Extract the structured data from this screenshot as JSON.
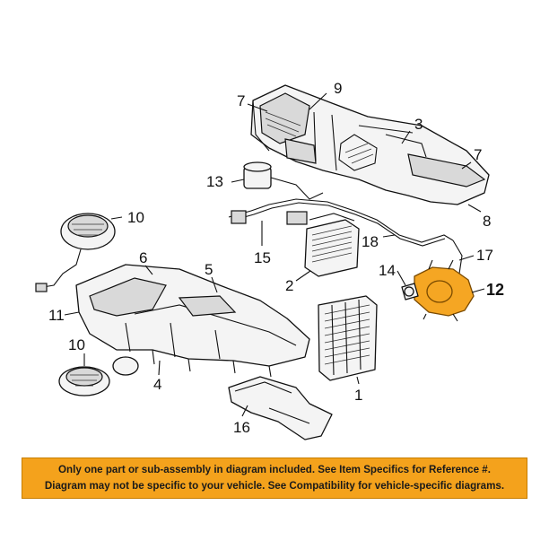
{
  "callouts": {
    "c1": "1",
    "c2": "2",
    "c3": "3",
    "c4": "4",
    "c5": "5",
    "c6": "6",
    "c7a": "7",
    "c7b": "7",
    "c8": "8",
    "c9": "9",
    "c10a": "10",
    "c10b": "10",
    "c11": "11",
    "c12": "12",
    "c13": "13",
    "c14": "14",
    "c15": "15",
    "c16": "16",
    "c17": "17",
    "c18": "18"
  },
  "notice": {
    "line1": "Only one part or sub-assembly in diagram included. See Item Specifics for Reference #.",
    "line2": "Diagram may not be specific to your vehicle. See Compatibility for vehicle-specific diagrams."
  },
  "colors": {
    "highlight": "#f5a623",
    "notice_bg": "#f4a21c"
  }
}
